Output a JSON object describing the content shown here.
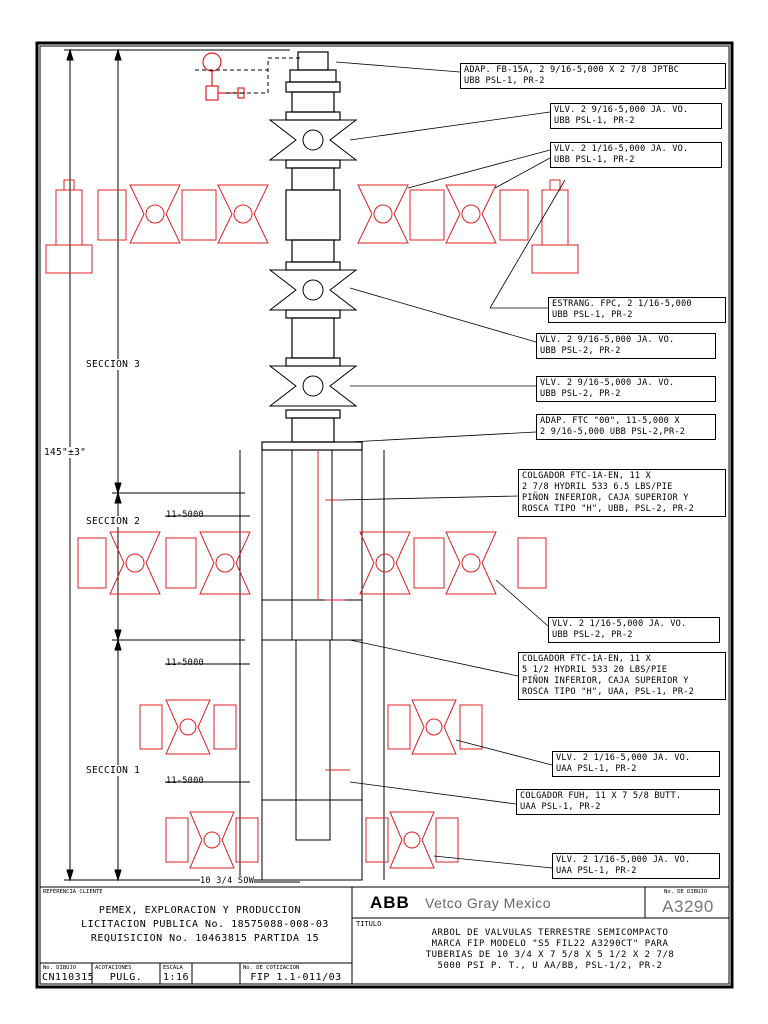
{
  "callouts": [
    {
      "id": "c1",
      "text": "ADAP. FB-15A, 2 9/16-5,000 X 2 7/8 JPTBC\nUBB PSL-1, PR-2"
    },
    {
      "id": "c2",
      "text": "VLV. 2 9/16-5,000 JA. VO.\nUBB PSL-1, PR-2"
    },
    {
      "id": "c3",
      "text": "VLV. 2 1/16-5,000 JA. VO.\nUBB PSL-1, PR-2"
    },
    {
      "id": "c4",
      "text": "ESTRANG. FPC, 2 1/16-5,000\nUBB PSL-1, PR-2"
    },
    {
      "id": "c5",
      "text": "VLV. 2 9/16-5,000 JA. VO.\nUBB PSL-2, PR-2"
    },
    {
      "id": "c6",
      "text": "VLV. 2 9/16-5,000 JA. VO.\nUBB PSL-2, PR-2"
    },
    {
      "id": "c7",
      "text": "ADAP. FTC \"00\", 11-5,000 X\n2 9/16-5,000 UBB PSL-2,PR-2"
    },
    {
      "id": "c8",
      "text": "COLGADOR FTC-1A-EN, 11 X\n2 7/8 HYDRIL 533 6.5 LBS/PIE\nPIÑON INFERIOR, CAJA SUPERIOR Y\nROSCA TIPO \"H\", UBB, PSL-2, PR-2"
    },
    {
      "id": "c9",
      "text": "VLV. 2 1/16-5,000 JA. VO.\nUBB PSL-2, PR-2"
    },
    {
      "id": "c10",
      "text": "COLGADOR FTC-1A-EN, 11 X\n5 1/2 HYDRIL 533 20 LBS/PIE\nPIÑON INFERIOR, CAJA SUPERIOR Y\nROSCA TIPO \"H\", UAA, PSL-1, PR-2"
    },
    {
      "id": "c11",
      "text": "VLV. 2 1/16-5,000 JA. VO.\nUAA PSL-1, PR-2"
    },
    {
      "id": "c12",
      "text": "COLGADOR FUH, 11 X 7 5/8 BUTT.\nUAA PSL-1, PR-2"
    },
    {
      "id": "c13",
      "text": "VLV. 2 1/16-5,000 JA. VO.\nUAA PSL-1, PR-2"
    }
  ],
  "dimensions": {
    "total_height": "145\"±3\"",
    "seccion_3": "SECCION 3",
    "seccion_2": "SECCION 2",
    "seccion_1": "SECCION 1",
    "flange_a": "11-5000",
    "flange_b": "11-5000",
    "flange_c": "11-5000",
    "bottom": "10 3/4 SOW"
  },
  "title_block": {
    "referencia_label": "REFERENCIA CLIENTE",
    "client_line1": "PEMEX, EXPLORACION Y PRODUCCION",
    "client_line2": "LICITACION PUBLICA No. 18575088-008-03",
    "client_line3": "REQUISICION No. 10463815  PARTIDA 15",
    "no_dibujo_label": "No. DIBUJO",
    "no_dibujo": "CN110315",
    "acotaciones_label": "ACOTACIONES",
    "acotaciones": "PULG.",
    "escala_label": "ESCALA",
    "escala": "1:16",
    "cotizacion_label": "No. DE COTIZACION",
    "cotizacion": "FIP 1.1-011/03",
    "company_logo": "ABB",
    "company_name": "Vetco Gray Mexico",
    "drawing_number_label": "No. DE DIBUJO",
    "drawing_number": "A3290",
    "titulo_label": "TITULO",
    "titulo_line1": "ARBOL DE VALVULAS TERRESTRE SEMICOMPACTO",
    "titulo_line2": "MARCA FIP MODELO \"S5 FIL22 A3290CT\" PARA",
    "titulo_line3": "TUBERIAS DE 10 3/4 X 7 5/8 X 5 1/2 X 2 7/8",
    "titulo_line4": "5000 PSI P. T., U AA/BB, PSL-1/2, PR-2"
  },
  "colors": {
    "line": "#000000",
    "component_red": "#e02020",
    "background": "#ffffff"
  }
}
